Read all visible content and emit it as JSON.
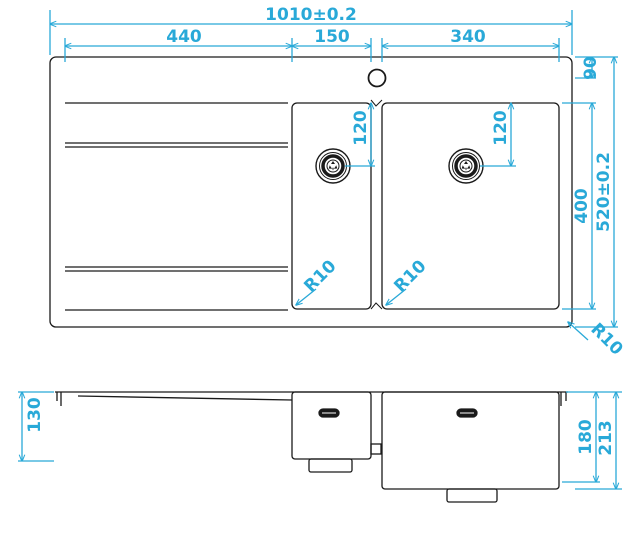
{
  "colors": {
    "dimension": "#29a9d8",
    "outline": "#1a1a1a",
    "background": "#ffffff"
  },
  "dimensions": {
    "total_width": "1010±0.2",
    "drainboard_width": "440",
    "small_bowl_width": "150",
    "large_bowl_width": "340",
    "tap_hole_offset": "90",
    "total_depth": "520±0.2",
    "bowl_depth": "400",
    "small_drain_offset": "120",
    "large_drain_offset": "120",
    "small_bowl_radius": "R10",
    "large_bowl_radius": "R10",
    "outer_radius": "R10",
    "drainboard_height": "130",
    "small_bowl_height": "180",
    "large_bowl_height": "213"
  },
  "icons": {
    "drain": "strainer-icon",
    "overflow": "overflow-slot-icon"
  }
}
